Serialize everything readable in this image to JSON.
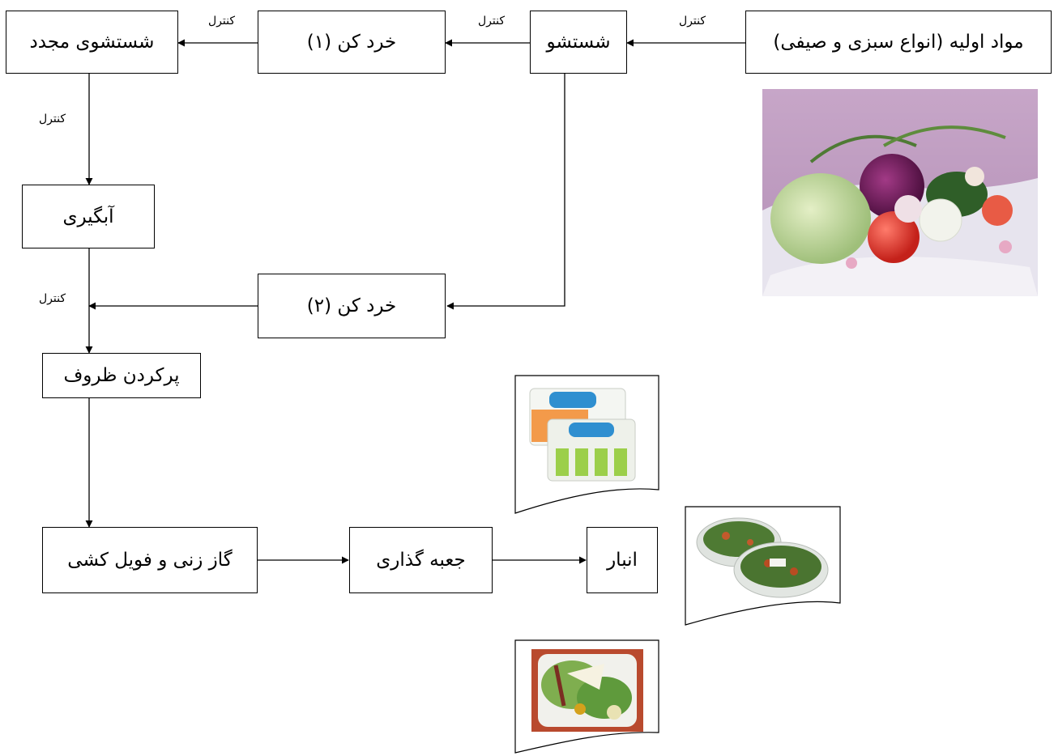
{
  "steps": {
    "raw": "مواد اولیه (انواع سبزی و صیفی)",
    "wash": "شستشو",
    "chop1": "خرد کن (۱)",
    "rewash": "شستشوی مجدد",
    "drain": "آبگیری",
    "chop2": "خرد کن (۲)",
    "fill": "پرکردن ظروف",
    "gas": "گاز زنی و فویل کشی",
    "box": "جعبه گذاری",
    "store": "انبار"
  },
  "control_label": "کنترل",
  "colors": {
    "line": "#000000",
    "box_border": "#000000"
  }
}
